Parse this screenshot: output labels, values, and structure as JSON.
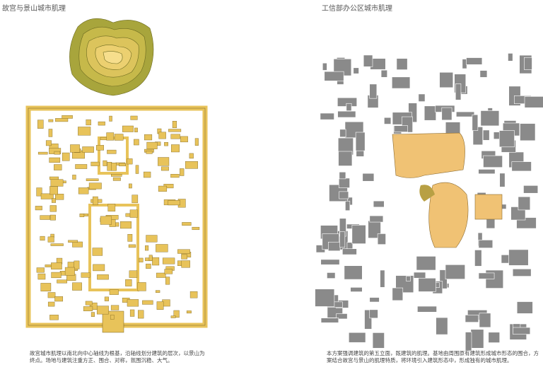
{
  "left_panel": {
    "title": "故宫与景山城市肌理",
    "description": "故宫城市肌理以南北向中心轴线为根基，沿轴线划分建筑的层次，以景山为终点。场地与建筑注重方正、围合、对称，氛围沉稳、大气。"
  },
  "right_panel": {
    "title": "工信部办公区城市肌理",
    "description": "本方案强调建筑的第五立面，既建筑的肌理。基地由周围原有建筑形成城市形态的围合，方案结合故宫与景山的肌理特质，将环境引入建筑形态中，形成独有的城市肌理。"
  },
  "colors": {
    "palace_fill": "#e8c35a",
    "palace_stroke": "#7a6320",
    "context_gray": "#8a8a8a",
    "hill_outer": "#a8a53c",
    "hill_inner": "#f2d27a",
    "new_building": "#f0c274"
  }
}
